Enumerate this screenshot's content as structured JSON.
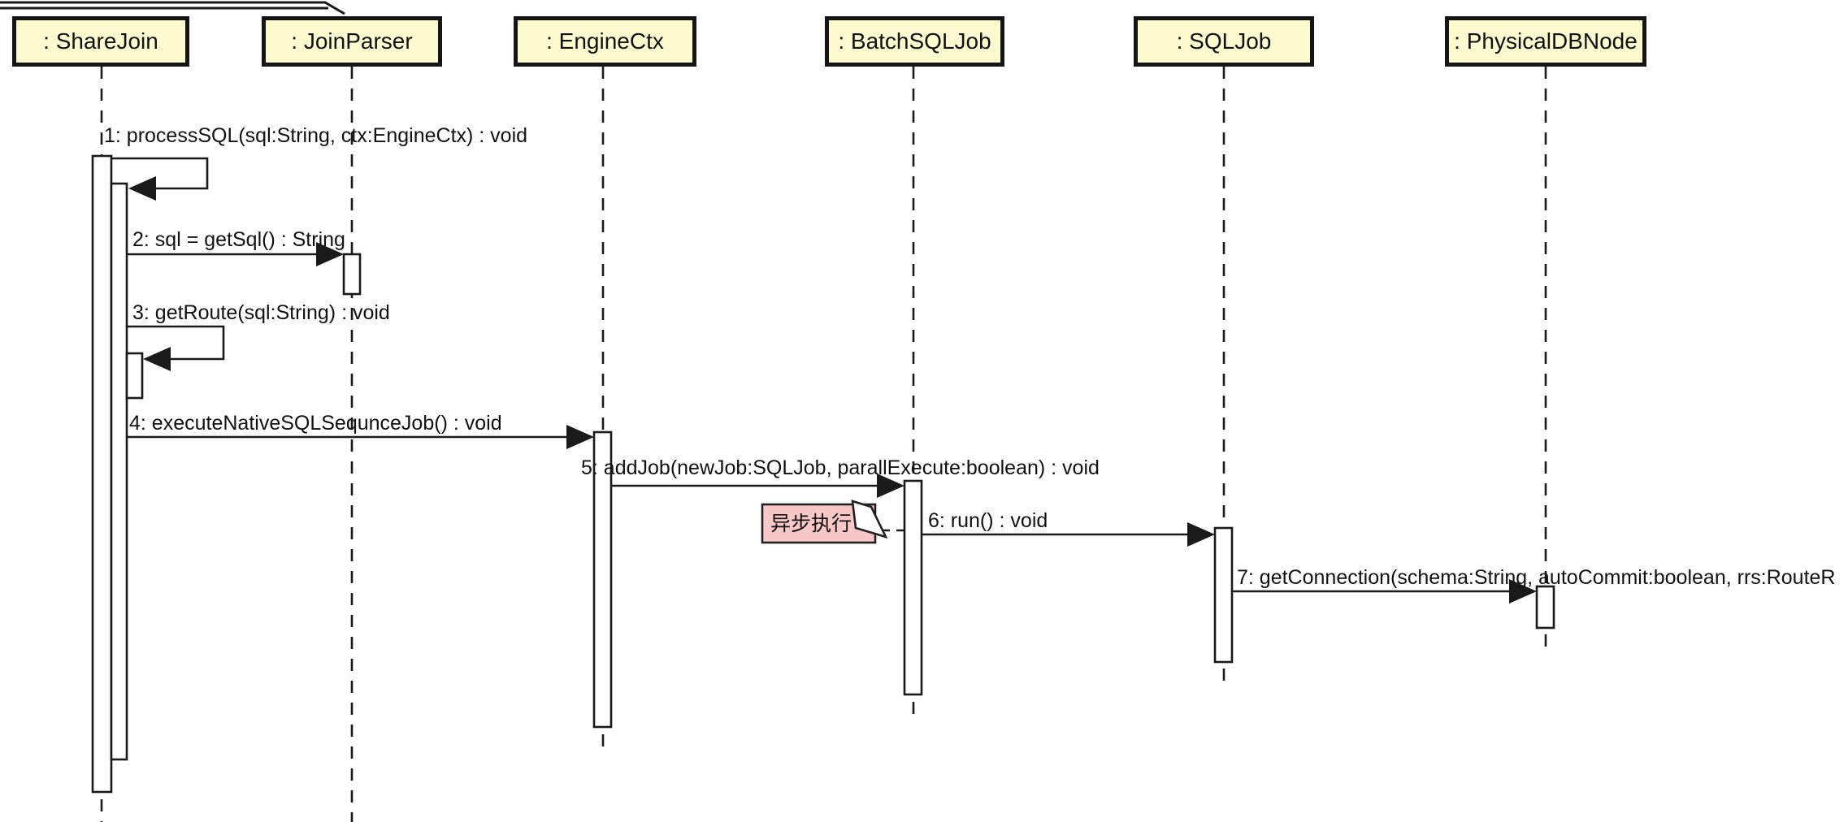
{
  "diagram": {
    "type": "uml-sequence-diagram",
    "colors": {
      "background": "#ffffff",
      "lifeline_head_fill": "#FCFBD0",
      "lifeline_head_border": "#151515",
      "line": "#1a1a1a",
      "activation_fill": "#ffffff",
      "note_fill": "#F8C8C8",
      "note_border": "#222222"
    },
    "lifelines": [
      {
        "label": ": ShareJoin"
      },
      {
        "label": ": JoinParser"
      },
      {
        "label": ": EngineCtx"
      },
      {
        "label": ": BatchSQLJob"
      },
      {
        "label": ": SQLJob"
      },
      {
        "label": ": PhysicalDBNode"
      }
    ],
    "messages": [
      {
        "num": "1",
        "label": "1: processSQL(sql:String, ctx:EngineCtx) : void",
        "kind": "self",
        "from": ": ShareJoin",
        "to": ": ShareJoin"
      },
      {
        "num": "2",
        "label": "2: sql = getSql() : String",
        "kind": "call",
        "from": ": ShareJoin",
        "to": ": JoinParser"
      },
      {
        "num": "3",
        "label": "3: getRoute(sql:String) : void",
        "kind": "self",
        "from": ": ShareJoin",
        "to": ": ShareJoin"
      },
      {
        "num": "4",
        "label": "4: executeNativeSQLSequnceJob() : void",
        "kind": "call",
        "from": ": ShareJoin",
        "to": ": EngineCtx"
      },
      {
        "num": "5",
        "label": "5: addJob(newJob:SQLJob, parallExecute:boolean) : void",
        "kind": "call",
        "from": ": EngineCtx",
        "to": ": BatchSQLJob"
      },
      {
        "num": "6",
        "label": "6: run() : void",
        "kind": "call",
        "from": ": BatchSQLJob",
        "to": ": SQLJob"
      },
      {
        "num": "7",
        "label": "7: getConnection(schema:String, autoCommit:boolean, rrs:RouteR",
        "kind": "call",
        "from": ": SQLJob",
        "to": ": PhysicalDBNode"
      }
    ],
    "note": {
      "text": "异步执行"
    }
  }
}
